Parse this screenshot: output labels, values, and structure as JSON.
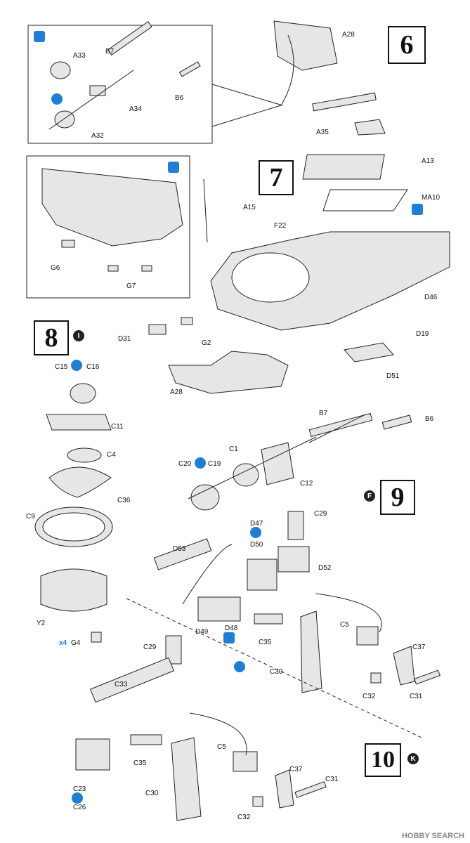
{
  "steps": {
    "s6": "6",
    "s7": "7",
    "s8": "8",
    "s9": "9",
    "s10": "10"
  },
  "badges": {
    "b8": "I",
    "b9": "F",
    "b10": "K"
  },
  "step6": {
    "a28": "A28",
    "a33": "A33",
    "b7": "B7",
    "a34": "A34",
    "b6": "B6",
    "a32": "A32",
    "a35": "A35"
  },
  "step7": {
    "a13": "A13",
    "ma10": "MA10",
    "a15": "A15",
    "f22": "F22",
    "g6": "G6",
    "g7": "G7",
    "d46": "D46",
    "d19": "D19",
    "d31": "D31",
    "g2": "G2",
    "d51": "D51",
    "a28": "A28"
  },
  "step8": {
    "c15": "C15",
    "c16": "C16",
    "c11": "C11",
    "c4": "C4",
    "c36": "C36",
    "c9": "C9",
    "y2": "Y2",
    "g4": "G4",
    "x4": "x4"
  },
  "step9": {
    "b7": "B7",
    "b6": "B6",
    "c1": "C1",
    "c20": "C20",
    "c19": "C19",
    "c12": "C12",
    "d47": "D47",
    "d50": "D50",
    "c29": "C29",
    "d53": "D53",
    "d52": "D52",
    "d49": "D49",
    "d48": "D48",
    "c35": "C35",
    "c5": "C5",
    "c37": "C37",
    "c30": "C30",
    "c32": "C32",
    "c31": "C31"
  },
  "step10": {
    "c29": "C29",
    "c33": "C33",
    "c5": "C5",
    "c37": "C37",
    "c31": "C31",
    "c35": "C35",
    "c30": "C30",
    "c23": "C23",
    "c26": "C26",
    "c32": "C32"
  },
  "watermark": "HOBBY SEARCH",
  "colors": {
    "icon_blue": "#1f7fd4",
    "line": "#222222",
    "part_fill": "#e6e6e6"
  }
}
